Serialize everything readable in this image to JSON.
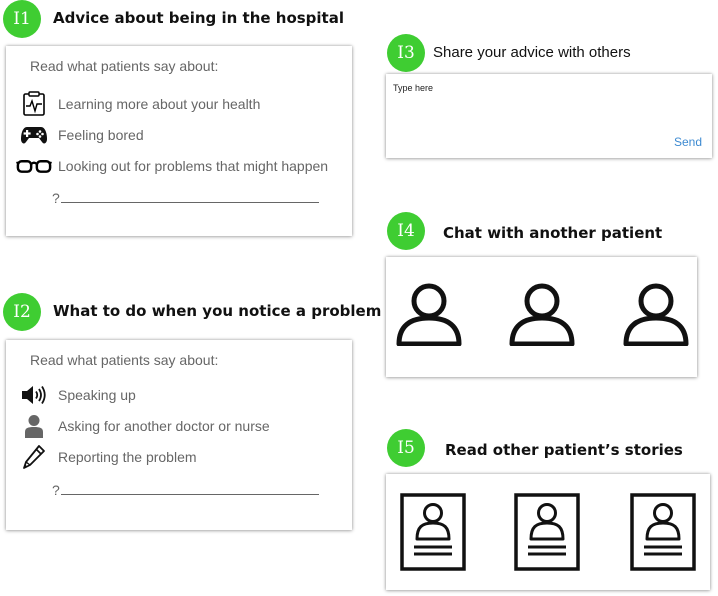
{
  "section1": {
    "badge": "I1",
    "title": "Advice about being in the hospital",
    "intro": "Read what patients say about:",
    "items": [
      {
        "icon": "clipboard-health-icon",
        "label": "Learning more about your health"
      },
      {
        "icon": "gamepad-icon",
        "label": "Feeling bored"
      },
      {
        "icon": "glasses-icon",
        "label": "Looking out for problems that might happen"
      }
    ],
    "blank_prefix": "?"
  },
  "section2": {
    "badge": "I2",
    "title": "What to do when you notice a problem",
    "intro": "Read what patients say about:",
    "items": [
      {
        "icon": "speaker-icon",
        "label": "Speaking up"
      },
      {
        "icon": "person-icon",
        "label": "Asking for another doctor or nurse"
      },
      {
        "icon": "pencil-icon",
        "label": "Reporting the problem"
      }
    ],
    "blank_prefix": "?"
  },
  "section3": {
    "badge": "I3",
    "title": "Share your advice with others",
    "placeholder": "Type here",
    "send_label": "Send"
  },
  "section4": {
    "badge": "I4",
    "title": "Chat with another patient"
  },
  "section5": {
    "badge": "I5",
    "title": "Read other patient’s stories"
  },
  "colors": {
    "badge": "#3fcd32",
    "send_link": "#3d8ad1",
    "muted_text": "#666666"
  }
}
